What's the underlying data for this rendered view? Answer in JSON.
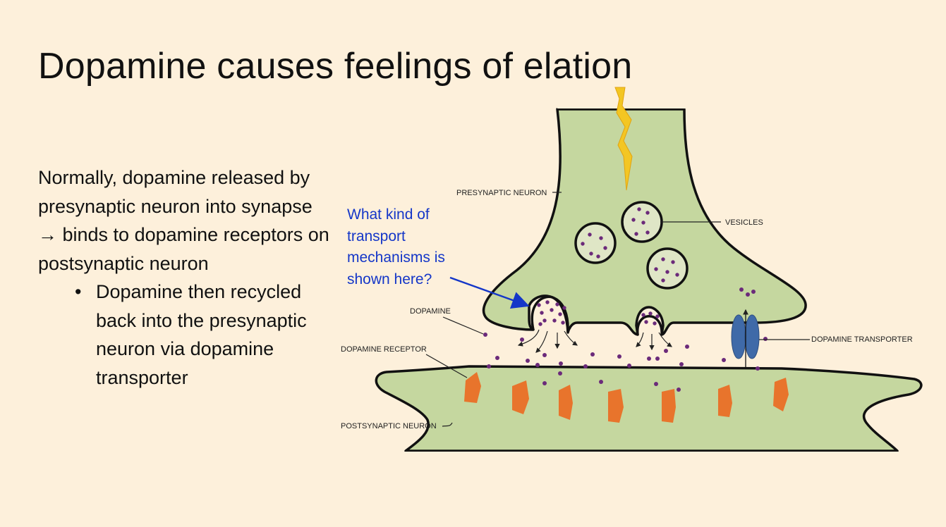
{
  "slide": {
    "title": "Dopamine causes feelings of elation",
    "paragraph": "Normally, dopamine released by presynaptic neuron into synapse → binds to dopamine receptors on postsynaptic neuron",
    "bullet": "Dopamine then recycled back into the presynaptic neuron via dopamine transporter",
    "question": "What kind of transport mechanisms is shown here?"
  },
  "diagram": {
    "labels": {
      "presynaptic": "PRESYNAPTIC NEURON",
      "vesicles": "VESICLES",
      "dopamine": "DOPAMINE",
      "dopamine_receptor": "DOPAMINE RECEPTOR",
      "dopamine_transporter": "DOPAMINE TRANSPORTER",
      "postsynaptic": "POSTSYNAPTIC NEURON"
    },
    "colors": {
      "neuron": "#c5d79f",
      "receptor": "#e8742c",
      "transporter": "#3f6aa8",
      "dopamine": "#6b2a7a",
      "lightning": "#f3c623",
      "question": "#1436c8"
    }
  }
}
